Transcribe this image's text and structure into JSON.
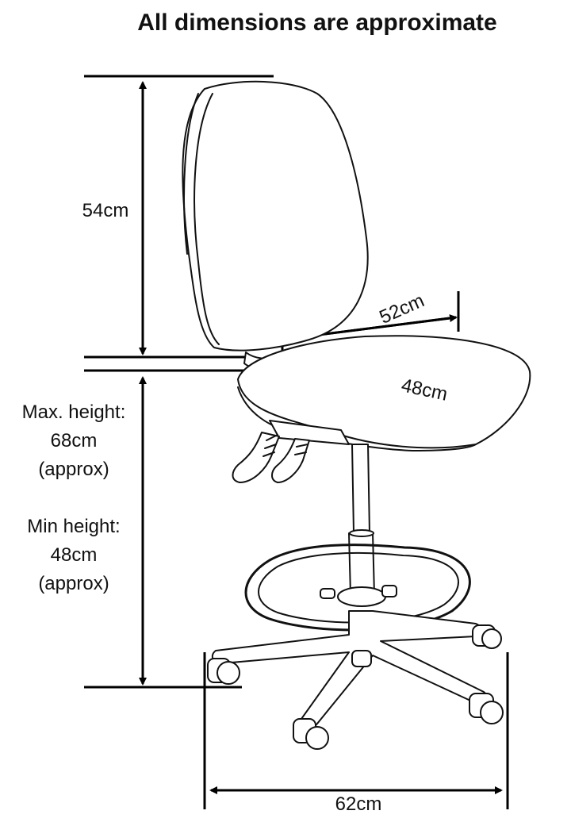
{
  "title": "All dimensions are approximate",
  "dimensions": {
    "backrest_height": "54cm",
    "seat_depth": "52cm",
    "seat_width": "48cm",
    "base_width": "62cm",
    "max_height": {
      "label": "Max. height:",
      "value": "68cm",
      "note": "(approx)"
    },
    "min_height": {
      "label": "Min height:",
      "value": "48cm",
      "note": "(approx)"
    }
  }
}
